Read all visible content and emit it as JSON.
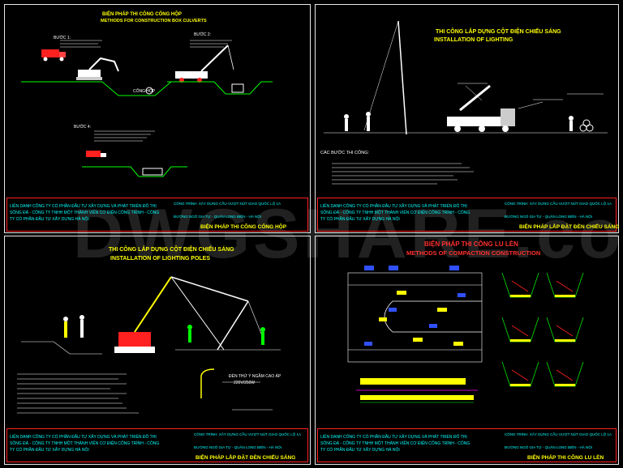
{
  "watermark": "DWGSHARE.com",
  "sheets": {
    "tl": {
      "title_vi": "BIỆN PHÁP THI CÔNG CỐNG HỘP",
      "title_en": "METHODS FOR CONSTRUCTION BOX CULVERTS",
      "step1": "BƯỚC 1:",
      "step2": "BƯỚC 2:",
      "step4": "BƯỚC 4:",
      "label_pipe": "CỐNG HỘP",
      "bottom_title": "BIỆN PHÁP THI CÔNG CỐNG HỘP"
    },
    "tr": {
      "title_vi": "THI CÔNG LẮP DỰNG CỘT ĐIỆN CHIẾU SÁNG",
      "title_en": "INSTALLATION OF LIGHTING",
      "steps_heading": "CÁC BƯỚC THI CÔNG:",
      "bottom_title": "BIỆN PHÁP LẮP ĐẶT ĐÈN CHIẾU SÁNG"
    },
    "bl": {
      "title_vi": "THI CÔNG LẮP DỰNG CỘT ĐIỆN CHIẾU SÁNG",
      "title_en": "INSTALLATION OF LIGHTING POLES",
      "label_cable": "ĐÈN THỬ Ý NGẦM CAO ÁP",
      "label_spec": "220V/250W",
      "bottom_title": "BIỆN PHÁP LẮP ĐẶT ĐÈN CHIẾU SÁNG"
    },
    "br": {
      "title_vi": "BIỆN PHÁP THI CÔNG LU LÈN",
      "title_en": "METHODS OF COMPACTION CONSTRUCTION",
      "bottom_title": "BIỆN PHÁP THI CÔNG LU LÈN"
    }
  },
  "title_block": {
    "company": "LIÊN DANH CÔNG TY CỔ PHẦN ĐẦU TƯ XÂY DỰNG VÀ PHÁT TRIỂN ĐÔ THỊ SÔNG ĐÀ - CÔNG TY TNHH MỘT THÀNH VIÊN CƠ ĐIỆN CÔNG TRÌNH - CÔNG TY CỔ PHẦN ĐẦU TƯ XÂY DỰNG HÀ NỘI",
    "project": "CÔNG TRÌNH: XÂY DỰNG CẦU VƯỢT NÚT GIAO QUỐC LỘ 1A",
    "location": "ĐƯỜNG NGÔ GIA TỰ - QUẬN LONG BIÊN - HÀ NỘI"
  },
  "colors": {
    "frame": "#e8e8e8",
    "yellow": "#ffff00",
    "cyan": "#00ffff",
    "red": "#ff2020",
    "green": "#00ff00",
    "magenta": "#ff00ff",
    "white": "#ffffff"
  }
}
